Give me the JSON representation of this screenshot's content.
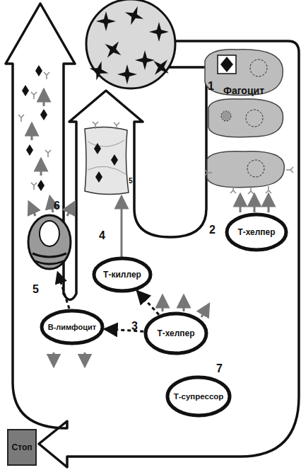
{
  "diagram": {
    "nodes": [
      {
        "text": [
          "Фагоцит"
        ]
      },
      {
        "text": [
          "Т-хелпер"
        ]
      },
      {
        "text": [
          "Т-киллер"
        ]
      },
      {
        "text": [
          "Т-хелпер"
        ]
      },
      {
        "text": [
          "В-лимфоцит"
        ]
      },
      {
        "text": [
          "Т-супрессор"
        ]
      },
      {
        "text": [
          "Стоп"
        ]
      }
    ],
    "edges": [
      {
        "from": 3,
        "to": 2,
        "arrow": "to"
      },
      {
        "from": 3,
        "to": 4,
        "arrow": "to"
      }
    ],
    "labels": [
      "1",
      "5",
      "2",
      "4",
      "6",
      "5",
      "3",
      "7"
    ]
  }
}
